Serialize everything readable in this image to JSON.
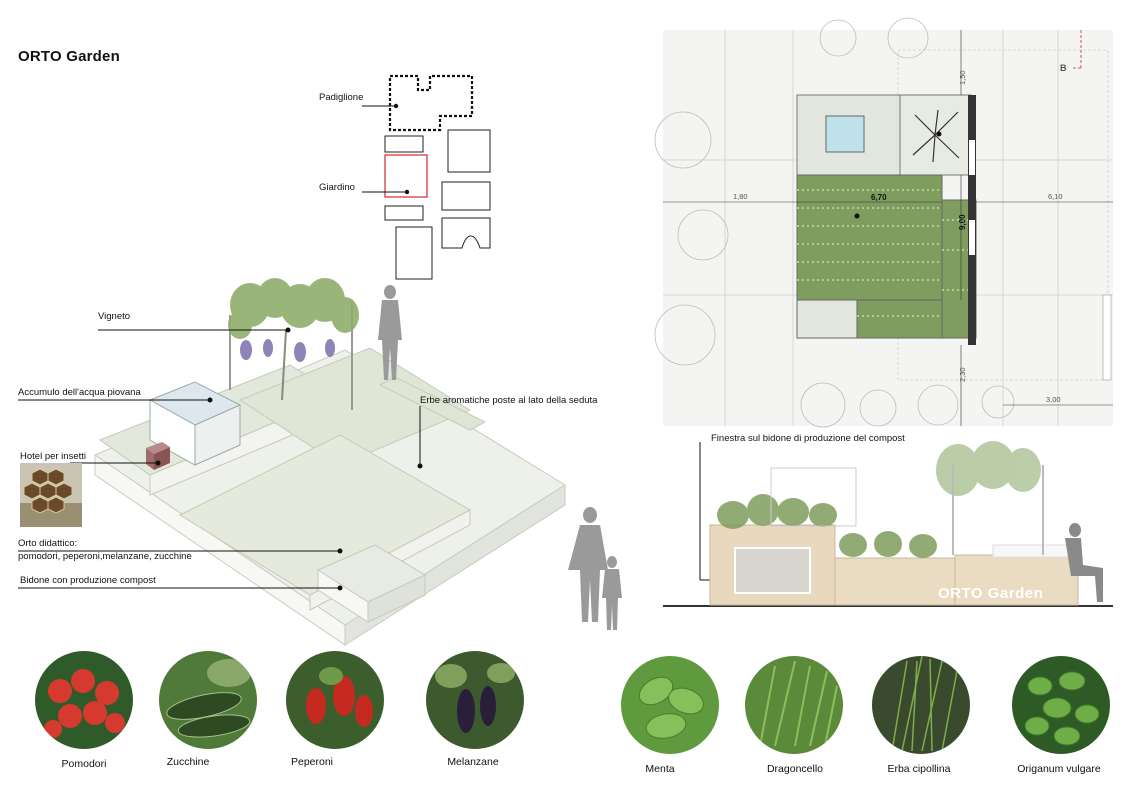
{
  "title": "ORTO Garden",
  "key_plan": {
    "pavilion_label": "Padiglione",
    "garden_label": "Giardino"
  },
  "axonometric": {
    "vineyard": "Vigneto",
    "rainwater": "Accumulo dell'acqua piovana",
    "insect_hotel": "Hotel per insetti",
    "herbs": "Erbe aromatiche poste al lato della seduta",
    "didactic_line1": "Orto didattico:",
    "didactic_line2": "pomodori, peperoni,melanzane, zucchine",
    "compost_bin": "Bidone con produzione compost"
  },
  "plan": {
    "dim_width": "6,70",
    "dim_depth": "9,00",
    "dim_left": "1,80",
    "dim_right": "6,10",
    "dim_top": "1,50",
    "dim_bottom": "2,30",
    "dim_bottom_right": "3,00",
    "section_mark": "B"
  },
  "section": {
    "window_label": "Finestra sul bidone di produzione del compost",
    "sign_text": "ORTO Garden"
  },
  "vegetables": [
    "Pomodori",
    "Zucchine",
    "Peperoni",
    "Melanzane"
  ],
  "herbs": [
    "Menta",
    "Dragoncello",
    "Erba cipollina",
    "Origanum vulgare"
  ],
  "colors": {
    "platform": "#e4e8de",
    "garden_green": "#8aa86a",
    "accent_red": "#d63a3a",
    "dimension_red": "#e05050"
  }
}
